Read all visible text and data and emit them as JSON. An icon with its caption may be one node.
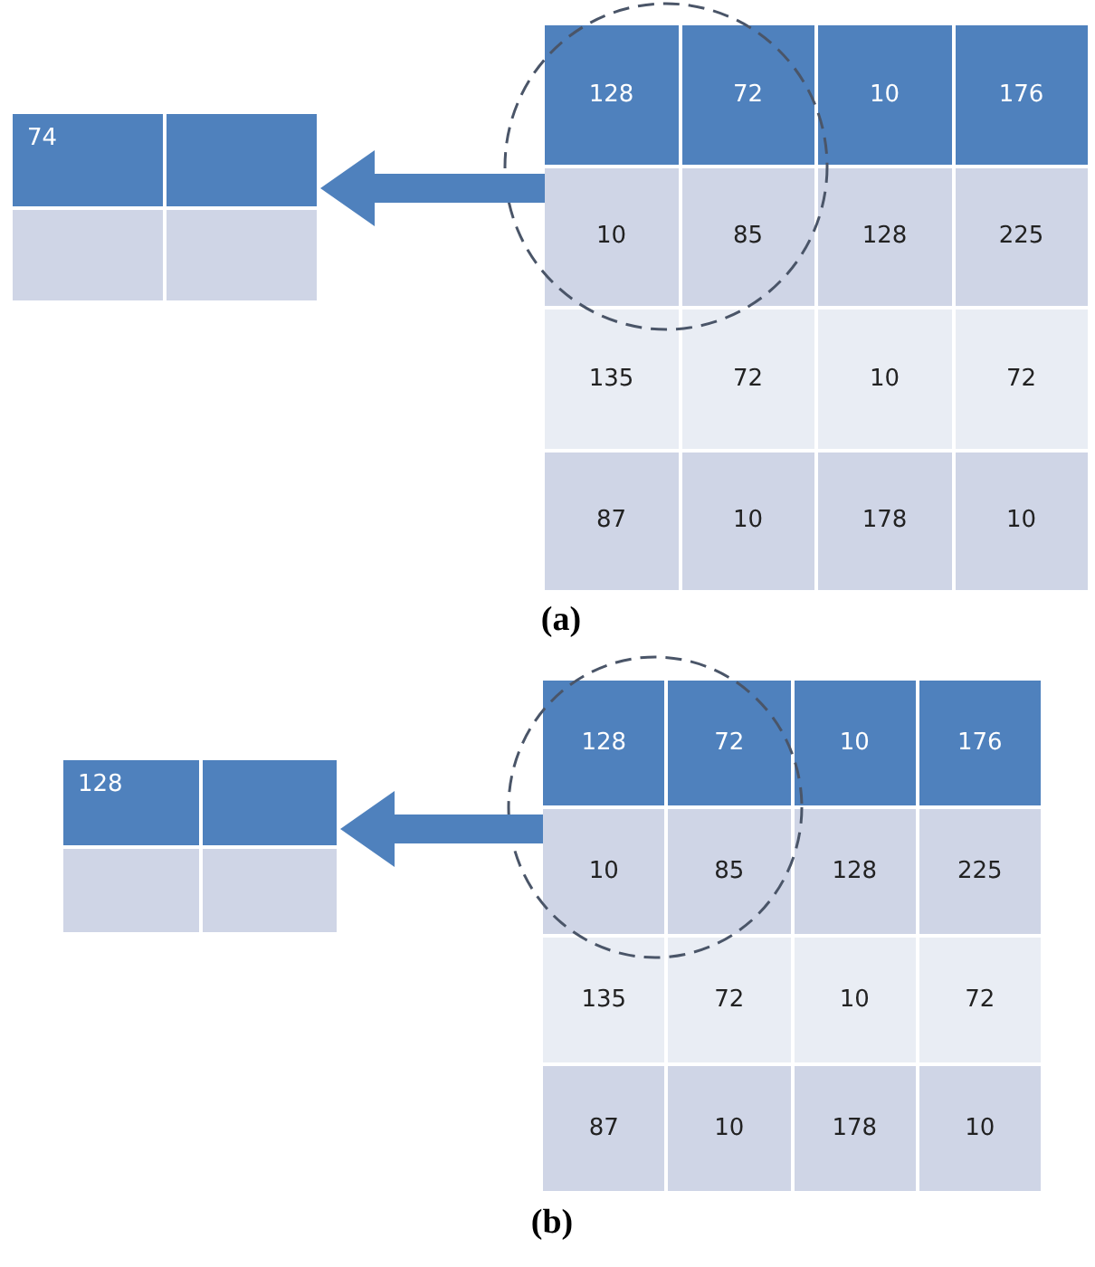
{
  "diagram": {
    "nodes": [
      {
        "text": [],
        "shape": "box"
      },
      {
        "text": [
          "74"
        ],
        "in": 0
      },
      {
        "text": [],
        "shape": "box",
        "in": 0
      },
      {
        "text": [],
        "shape": "box",
        "in": 0
      },
      {
        "text": [],
        "shape": "box",
        "in": 0
      },
      {
        "text": [],
        "shape": "box"
      },
      {
        "text": [
          "128"
        ],
        "in": 5
      },
      {
        "text": [
          "72"
        ],
        "in": 5
      },
      {
        "text": [
          "10"
        ],
        "in": 5
      },
      {
        "text": [
          "176"
        ],
        "in": 5
      },
      {
        "text": [
          "10"
        ],
        "in": 5
      },
      {
        "text": [
          "85"
        ],
        "in": 5
      },
      {
        "text": [
          "128"
        ],
        "in": 5
      },
      {
        "text": [
          "225"
        ],
        "in": 5
      },
      {
        "text": [
          "135"
        ],
        "in": 5
      },
      {
        "text": [
          "72"
        ],
        "in": 5
      },
      {
        "text": [
          "10"
        ],
        "in": 5
      },
      {
        "text": [
          "72"
        ],
        "in": 5
      },
      {
        "text": [
          "87"
        ],
        "in": 5
      },
      {
        "text": [
          "10"
        ],
        "in": 5
      },
      {
        "text": [
          "178"
        ],
        "in": 5
      },
      {
        "text": [
          "10"
        ],
        "in": 5
      },
      {
        "text": [],
        "shape": "box"
      },
      {
        "text": [
          "128"
        ],
        "in": 22
      },
      {
        "text": [],
        "shape": "box",
        "in": 22
      },
      {
        "text": [],
        "shape": "box",
        "in": 22
      },
      {
        "text": [],
        "shape": "box",
        "in": 22
      },
      {
        "text": [],
        "shape": "box"
      },
      {
        "text": [
          "128"
        ],
        "in": 27
      },
      {
        "text": [
          "72"
        ],
        "in": 27
      },
      {
        "text": [
          "10"
        ],
        "in": 27
      },
      {
        "text": [
          "176"
        ],
        "in": 27
      },
      {
        "text": [
          "10"
        ],
        "in": 27
      },
      {
        "text": [
          "85"
        ],
        "in": 27
      },
      {
        "text": [
          "128"
        ],
        "in": 27
      },
      {
        "text": [
          "225"
        ],
        "in": 27
      },
      {
        "text": [
          "135"
        ],
        "in": 27
      },
      {
        "text": [
          "72"
        ],
        "in": 27
      },
      {
        "text": [
          "10"
        ],
        "in": 27
      },
      {
        "text": [
          "72"
        ],
        "in": 27
      },
      {
        "text": [
          "87"
        ],
        "in": 27
      },
      {
        "text": [
          "10"
        ],
        "in": 27
      },
      {
        "text": [
          "178"
        ],
        "in": 27
      },
      {
        "text": [
          "10"
        ],
        "in": 27
      }
    ],
    "edges": [
      {
        "from": 5,
        "to": 0,
        "arrow": "to"
      },
      {
        "from": 27,
        "to": 22,
        "arrow": "to"
      }
    ],
    "labels": [
      "(a)",
      "(b)"
    ]
  }
}
